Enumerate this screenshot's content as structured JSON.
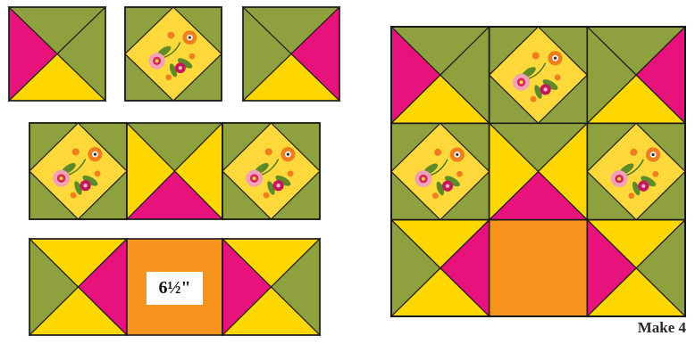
{
  "colors": {
    "yellow": "#ffd700",
    "magenta": "#e8127c",
    "green": "#8fa13e",
    "orange": "#f7941d",
    "print_ground": "#ffd93c",
    "outline": "#1a1a1a"
  },
  "labels": {
    "unit_size": "6½\"",
    "make_count": "Make 4"
  },
  "blocks": {
    "hourglass_1": {
      "top": "green",
      "right": "green",
      "bottom": "yellow",
      "left": "magenta"
    },
    "hourglass_2": {
      "top": "green",
      "right": "magenta",
      "bottom": "yellow",
      "left": "green"
    },
    "hourglass_center": {
      "top": "green",
      "right": "yellow",
      "bottom": "magenta",
      "left": "yellow"
    },
    "hourglass_left": {
      "top": "yellow",
      "right": "magenta",
      "bottom": "yellow",
      "left": "green"
    },
    "hourglass_right": {
      "top": "yellow",
      "right": "green",
      "bottom": "yellow",
      "left": "magenta"
    },
    "final_top_left": {
      "top": "green",
      "right": "green",
      "bottom": "yellow",
      "left": "magenta"
    },
    "final_top_right": {
      "top": "green",
      "right": "magenta",
      "bottom": "yellow",
      "left": "green"
    },
    "final_center": {
      "top": "green",
      "right": "yellow",
      "bottom": "magenta",
      "left": "yellow"
    },
    "final_bottom_left": {
      "top": "yellow",
      "right": "magenta",
      "bottom": "yellow",
      "left": "green"
    },
    "final_bottom_right": {
      "top": "yellow",
      "right": "green",
      "bottom": "yellow",
      "left": "magenta"
    }
  }
}
